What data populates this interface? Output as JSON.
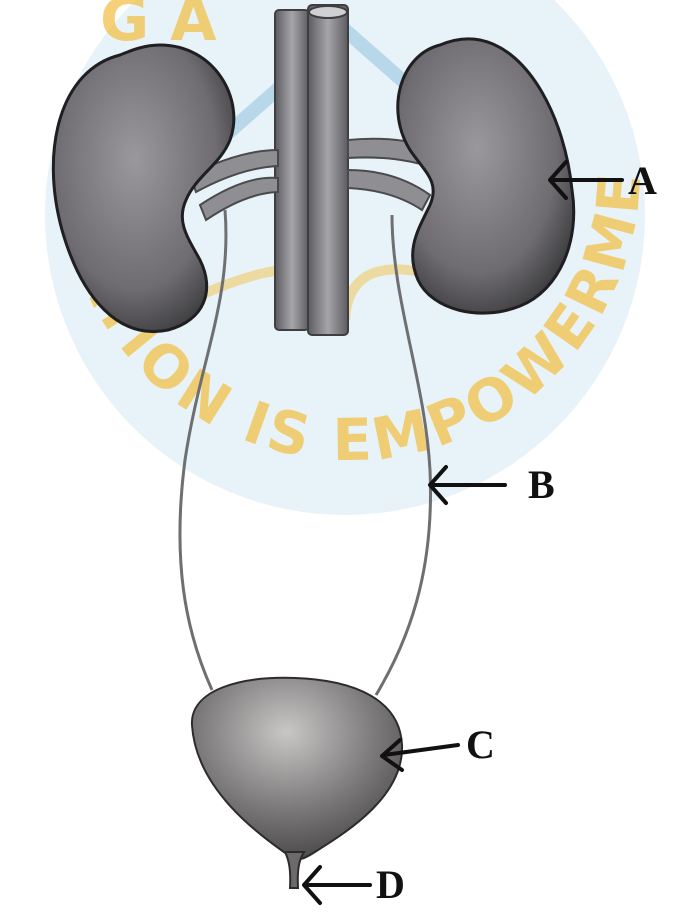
{
  "labels": {
    "a": "A",
    "b": "B",
    "c": "C",
    "d": "D"
  },
  "watermark": {
    "top_text": "G                    A",
    "arc_text": "EDUCATION IS EMPOWERMENT"
  },
  "colors": {
    "organ": "#7c7a7c",
    "organ_dark": "#4a4a4d",
    "vessel": "#8a8a8e",
    "watermark_blue": "#7fb8d8",
    "watermark_gold": "#f2c14a"
  }
}
